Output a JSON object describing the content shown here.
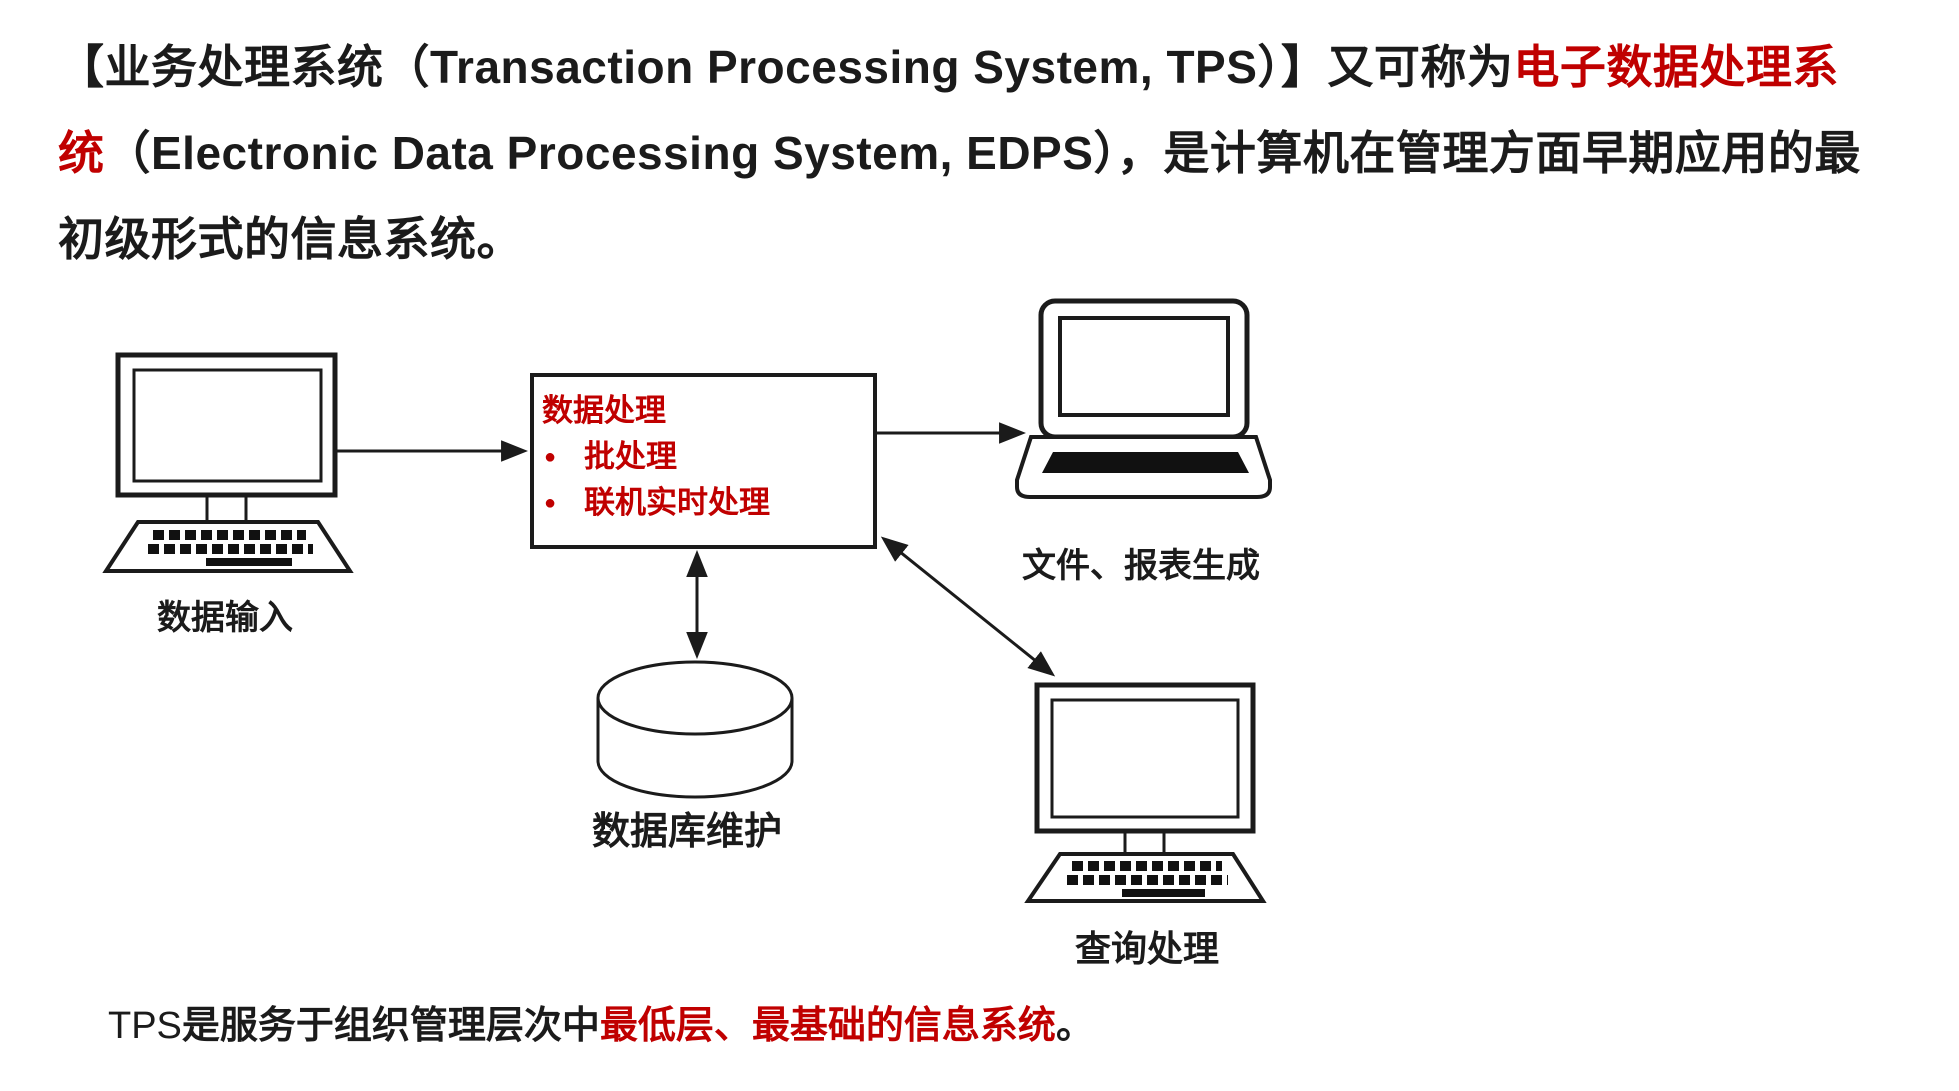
{
  "page": {
    "background": "#ffffff",
    "ink_color": "#1b1b1b",
    "accent_red": "#c00000"
  },
  "paragraph": {
    "l1_black": "【业务处理系统（Transaction Processing System, TPS）】又可称为",
    "l1_red": "电子数据处理系",
    "l2_red": "统",
    "l2_black": "（Electronic Data Processing System, EDPS），是计算机在管理方面早期应用的最",
    "l3_black": "初级形式的信息系统。"
  },
  "diagram": {
    "process_box": {
      "title": "数据处理",
      "bullet_char": "●",
      "bullets": [
        "批处理",
        "联机实时处理"
      ]
    },
    "labels": {
      "data_input": "数据输入",
      "file_report": "文件、报表生成",
      "db_maintenance": "数据库维护",
      "query_processing": "查询处理"
    }
  },
  "footer": {
    "tps": "TPS",
    "black": "是服务于组织管理层次中",
    "red": "最低层、最基础的信息系统",
    "period": "。"
  }
}
